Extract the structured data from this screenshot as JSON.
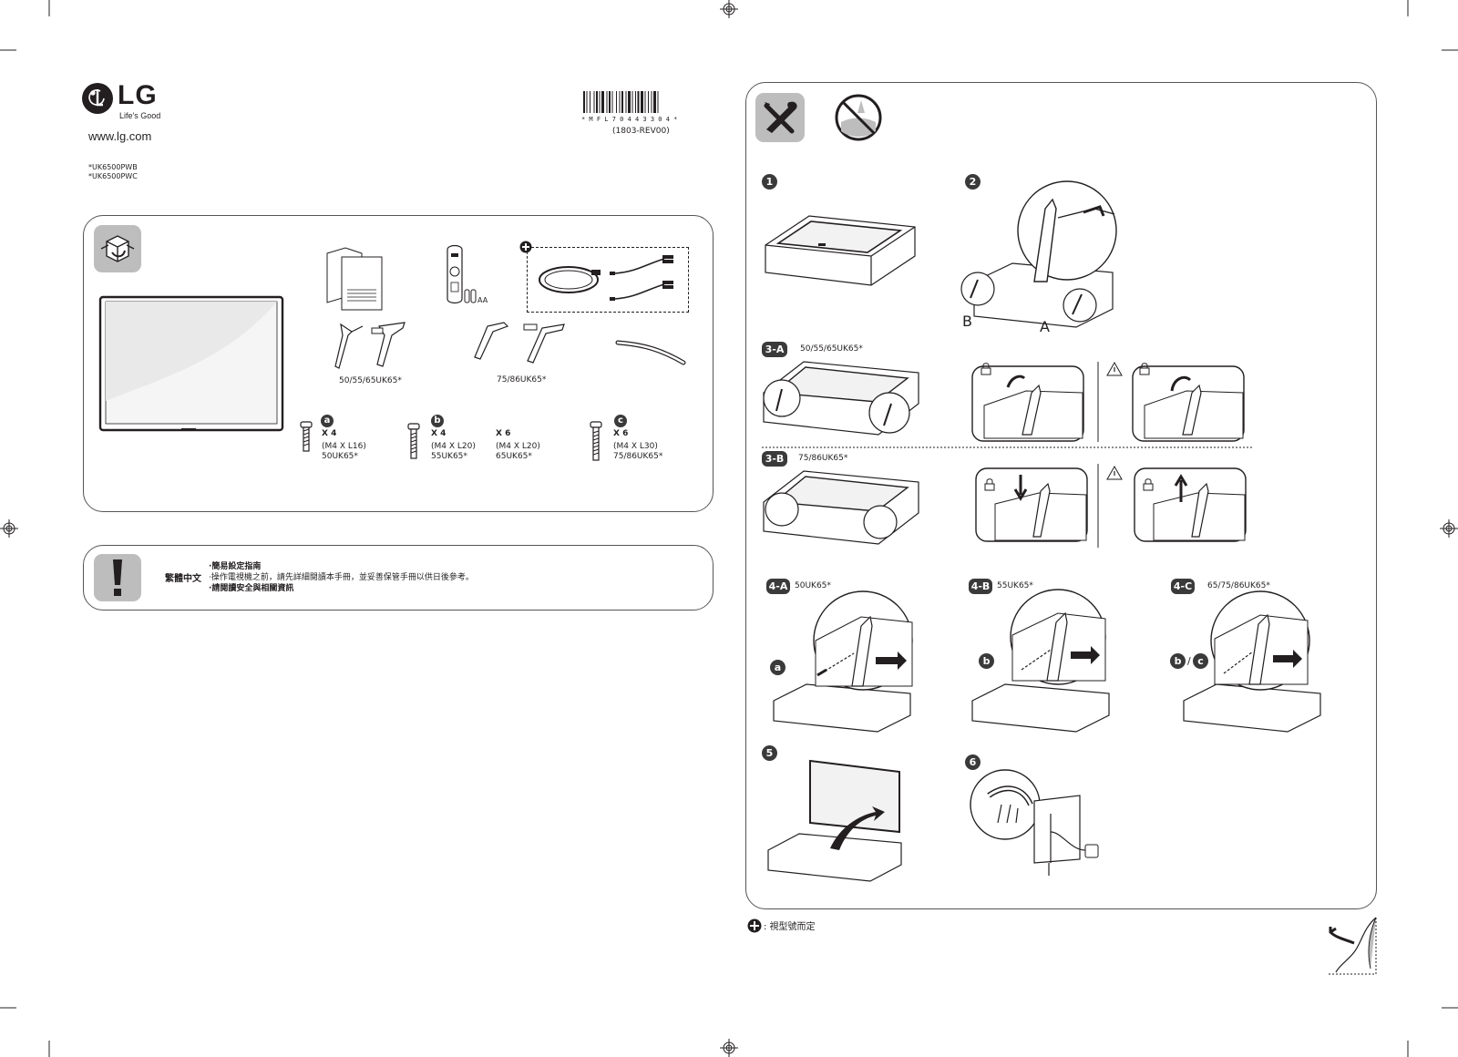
{
  "brand": {
    "logo_text": "LG",
    "tagline": "Life's Good",
    "website": "www.lg.com"
  },
  "models": [
    "*UK6500PWB",
    "*UK6500PWC"
  ],
  "barcode": {
    "code_text": "* M F L 7 0 4 4 3 3 0 4 *",
    "revision": "(1803-REV00)"
  },
  "accessories": {
    "stand_small_label": "50/55/65UK65*",
    "stand_large_label": "75/86UK65*",
    "battery_label": "AA",
    "screws": [
      {
        "letter": "a",
        "qty": "X 4",
        "size": "(M4 X L16)",
        "model": "50UK65*"
      },
      {
        "letter": "b",
        "qty": "X 4",
        "size": "(M4 X L20)",
        "model": "55UK65*"
      },
      {
        "letter": "",
        "qty": "X 6",
        "size": "(M4 X L20)",
        "model": "65UK65*"
      },
      {
        "letter": "c",
        "qty": "X 6",
        "size": "(M4 X L30)",
        "model": "75/86UK65*"
      }
    ]
  },
  "notice": {
    "language": "繁體中文",
    "lines": [
      "·簡易設定指南",
      "·操作電視機之前，請先詳細閱讀本手冊，並妥善保管手冊以供日後參考。",
      "·請閱讀安全與相關資訊"
    ]
  },
  "steps": {
    "s1": "1",
    "s2": "2",
    "s2_label_b": "B",
    "s2_label_a": "A",
    "s3a": "3-A",
    "s3a_models": "50/55/65UK65*",
    "s3b": "3-B",
    "s3b_models": "75/86UK65*",
    "s4a": "4-A",
    "s4a_models": "50UK65*",
    "s4b": "4-B",
    "s4b_models": "55UK65*",
    "s4c": "4-C",
    "s4c_models": "65/75/86UK65*",
    "screw_a": "a",
    "screw_b": "b",
    "screw_c": "c",
    "slash": "/",
    "s5": "5",
    "s6": "6"
  },
  "footnote": {
    "text": ": 視型號而定"
  },
  "icons": [
    "package-icon",
    "tools-icon",
    "no-liquid-icon",
    "warning-icon",
    "lock-icon",
    "plus-icon",
    "page-turn-icon"
  ]
}
